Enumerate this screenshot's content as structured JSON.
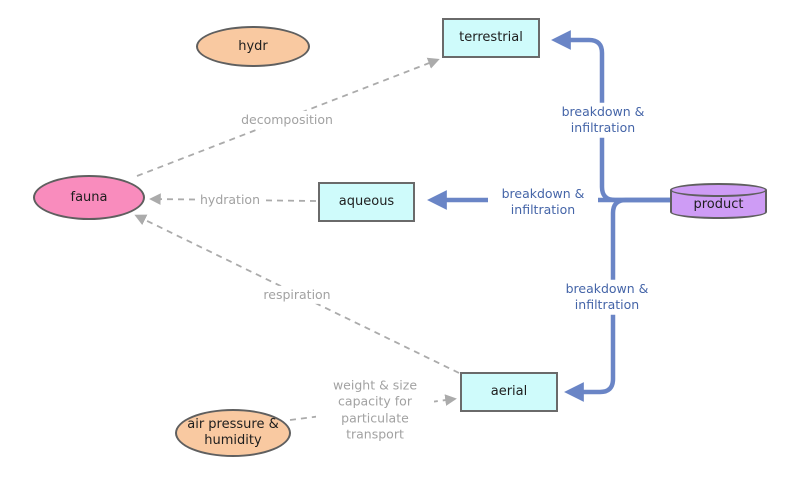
{
  "diagram": {
    "nodes": {
      "hydr": {
        "label": "hydr",
        "shape": "ellipse",
        "fill": "#f9c9a1"
      },
      "fauna": {
        "label": "fauna",
        "shape": "ellipse",
        "fill": "#f98cbd"
      },
      "air_pressure": {
        "label": "air pressure & humidity",
        "shape": "ellipse",
        "fill": "#f9c9a1"
      },
      "terrestrial": {
        "label": "terrestrial",
        "shape": "rect",
        "fill": "#cffbfb"
      },
      "aqueous": {
        "label": "aqueous",
        "shape": "rect",
        "fill": "#cffbfb"
      },
      "aerial": {
        "label": "aerial",
        "shape": "rect",
        "fill": "#cffbfb"
      },
      "product": {
        "label": "product",
        "shape": "cylinder",
        "fill": "#ce9cf5"
      }
    },
    "edges": [
      {
        "from": "fauna",
        "to": "terrestrial",
        "label": "decomposition",
        "style": "dashed-gray"
      },
      {
        "from": "aqueous",
        "to": "fauna",
        "label": "hydration",
        "style": "dashed-gray"
      },
      {
        "from": "aerial",
        "to": "fauna",
        "label": "respiration",
        "style": "dashed-gray"
      },
      {
        "from": "air_pressure",
        "to": "aerial",
        "label": "weight & size capacity for particulate transport",
        "style": "dashed-gray"
      },
      {
        "from": "product",
        "to": "terrestrial",
        "label": "breakdown & infiltration",
        "style": "solid-blue"
      },
      {
        "from": "product",
        "to": "aqueous",
        "label": "breakdown & infiltration",
        "style": "solid-blue"
      },
      {
        "from": "product",
        "to": "aerial",
        "label": "breakdown & infiltration",
        "style": "solid-blue"
      }
    ],
    "colors": {
      "blue_edge": "#6a85c6",
      "blue_label_text": "#4565a8",
      "gray_edge": "#ababab",
      "gray_label_text": "#a2a2a2",
      "node_border": "#5f5f5f",
      "rect_fill": "#cffbfb",
      "pink_fill": "#f98cbd",
      "peach_fill": "#f9c9a1",
      "purple_fill": "#ce9cf5",
      "background": "#ffffff"
    }
  }
}
